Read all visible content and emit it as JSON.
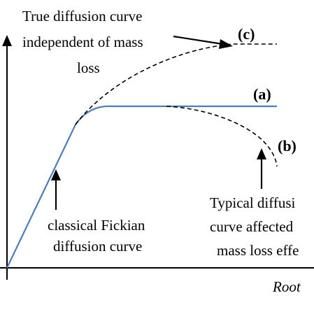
{
  "annotations": {
    "true_curve_line1": "True diffusion curve",
    "true_curve_line2": "independent of mass",
    "true_curve_line3": "loss",
    "fickian_line1": "classical Fickian",
    "fickian_line2": "diffusion curve",
    "typical_line1": "Typical diffusi",
    "typical_line2": "curve affected",
    "typical_line3": "mass loss effe"
  },
  "curve_labels": {
    "a": "(a)",
    "b": "(b)",
    "c": "(c)"
  },
  "axis": {
    "x_label": "Root"
  },
  "colors": {
    "curve_a": "#4a7ebb",
    "dashed": "#000000",
    "axes": "#000000"
  }
}
